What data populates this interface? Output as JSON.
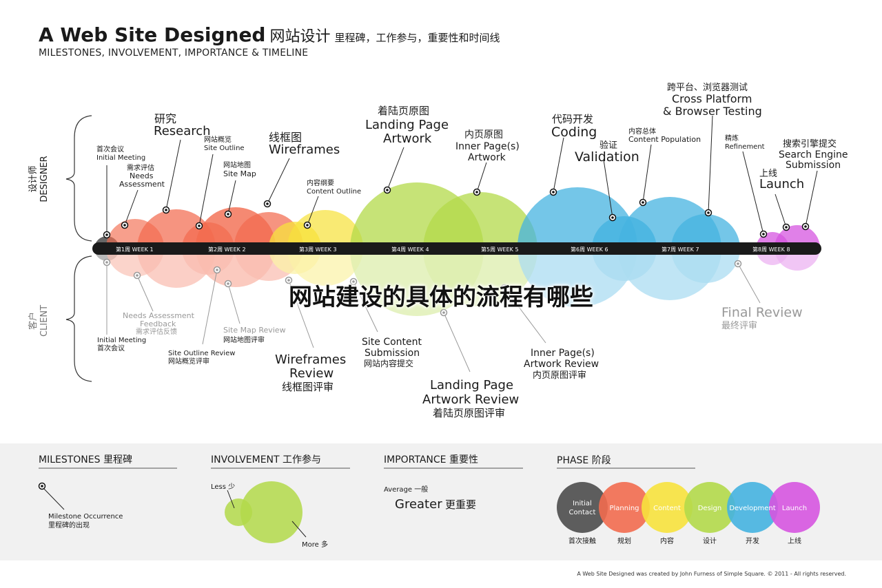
{
  "header": {
    "title_en": "A Web Site Designed",
    "title_cn": "网站设计",
    "title_cn2": "里程碑，工作参与，重要性和时间线",
    "subtitle": "MILESTONES, INVOLVEMENT, IMPORTANCE & TIMELINE"
  },
  "overlay_text": "网站建设的具体的流程有哪些",
  "rows": {
    "designer_cn": "设计师",
    "designer_en": "DESIGNER",
    "client_cn": "客户",
    "client_en": "CLIENT"
  },
  "weeks": [
    "第1周  WEEK 1",
    "第2周  WEEK 2",
    "第3周  WEEK 3",
    "第4周  WEEK 4",
    "第5周  WEEK 5",
    "第6周  WEEK 6",
    "第7周  WEEK 7",
    "第8周  WEEK 8"
  ],
  "designer_labels": [
    {
      "cn": "首次会议",
      "en": "Initial Meeting"
    },
    {
      "cn": "需求评估",
      "en": "Needs",
      "en2": "Assessment"
    },
    {
      "cn": "研究",
      "en": "Research"
    },
    {
      "cn": "网站概览",
      "en": "Site Outline"
    },
    {
      "cn": "网站地图",
      "en": "Site Map"
    },
    {
      "cn": "线框图",
      "en": "Wireframes"
    },
    {
      "cn": "内容纲要",
      "en": "Content Outline"
    },
    {
      "cn": "着陆页原图",
      "en": "Landing Page",
      "en2": "Artwork"
    },
    {
      "cn": "内页原图",
      "en": "Inner Page(s)",
      "en2": "Artwork"
    },
    {
      "cn": "代码开发",
      "en": "Coding"
    },
    {
      "cn": "验证",
      "en": "Validation"
    },
    {
      "cn": "内容总体",
      "en": "Content Population"
    },
    {
      "cn": "跨平台、浏览器测试",
      "en": "Cross Platform",
      "en2": "& Browser Testing"
    },
    {
      "cn": "精炼",
      "en": "Refinement"
    },
    {
      "cn": "上线",
      "en": "Launch"
    },
    {
      "cn": "搜索引擎提交",
      "en": "Search Engine",
      "en2": "Submission"
    }
  ],
  "client_labels": [
    {
      "en": "Initial Meeting",
      "cn": "首次会议"
    },
    {
      "en": "Needs Assessment",
      "en2": "Feedback",
      "cn": "需求评估反馈"
    },
    {
      "en": "Site Outline Review",
      "cn": "网站概览评审"
    },
    {
      "en": "Site Map Review",
      "cn": "网站地图评审"
    },
    {
      "en": "Wireframes",
      "en2": "Review",
      "cn": "线框图评审"
    },
    {
      "en": "Site Content",
      "en2": "Submission",
      "cn": "网站内容提交"
    },
    {
      "en": "Landing Page",
      "en2": "Artwork Review",
      "cn": "着陆页原图评审"
    },
    {
      "en": "Inner Page(s)",
      "en2": "Artwork Review",
      "cn": "内页原图评审"
    },
    {
      "en": "Final Review",
      "cn": "最终评审"
    }
  ],
  "legend": {
    "milestones": {
      "title": "MILESTONES 里程碑",
      "line1": "Milestone Occurrence",
      "line2": "里程碑的出现"
    },
    "involvement": {
      "title": "INVOLVEMENT 工作参与",
      "less": "Less  少",
      "more": "More  多"
    },
    "importance": {
      "title": "IMPORTANCE 重要性",
      "average": "Average  一般",
      "greater": "Greater",
      "greater_cn": "更重要"
    },
    "phase": {
      "title": "PHASE 阶段",
      "items": [
        {
          "en": "Initial",
          "en2": "Contact",
          "cn": "首次接触",
          "color": "#4d4d4d"
        },
        {
          "en": "Planning",
          "cn": "规划",
          "color": "#f26b4f"
        },
        {
          "en": "Content",
          "cn": "内容",
          "color": "#f7e23d"
        },
        {
          "en": "Design",
          "cn": "设计",
          "color": "#b3d94a"
        },
        {
          "en": "Development",
          "cn": "开发",
          "color": "#45b3e0"
        },
        {
          "en": "Launch",
          "cn": "上线",
          "color": "#d655e0"
        }
      ]
    }
  },
  "footer": "A Web Site Designed was created by John Furness of Simple Square. © 2011 - All rights reserved.",
  "colors": {
    "initial": "#555555",
    "planning": "#f26b4f",
    "content": "#f7e23d",
    "design": "#b3d94a",
    "development": "#45b3e0",
    "launch": "#d655e0",
    "timeline": "#1a1a1a"
  }
}
